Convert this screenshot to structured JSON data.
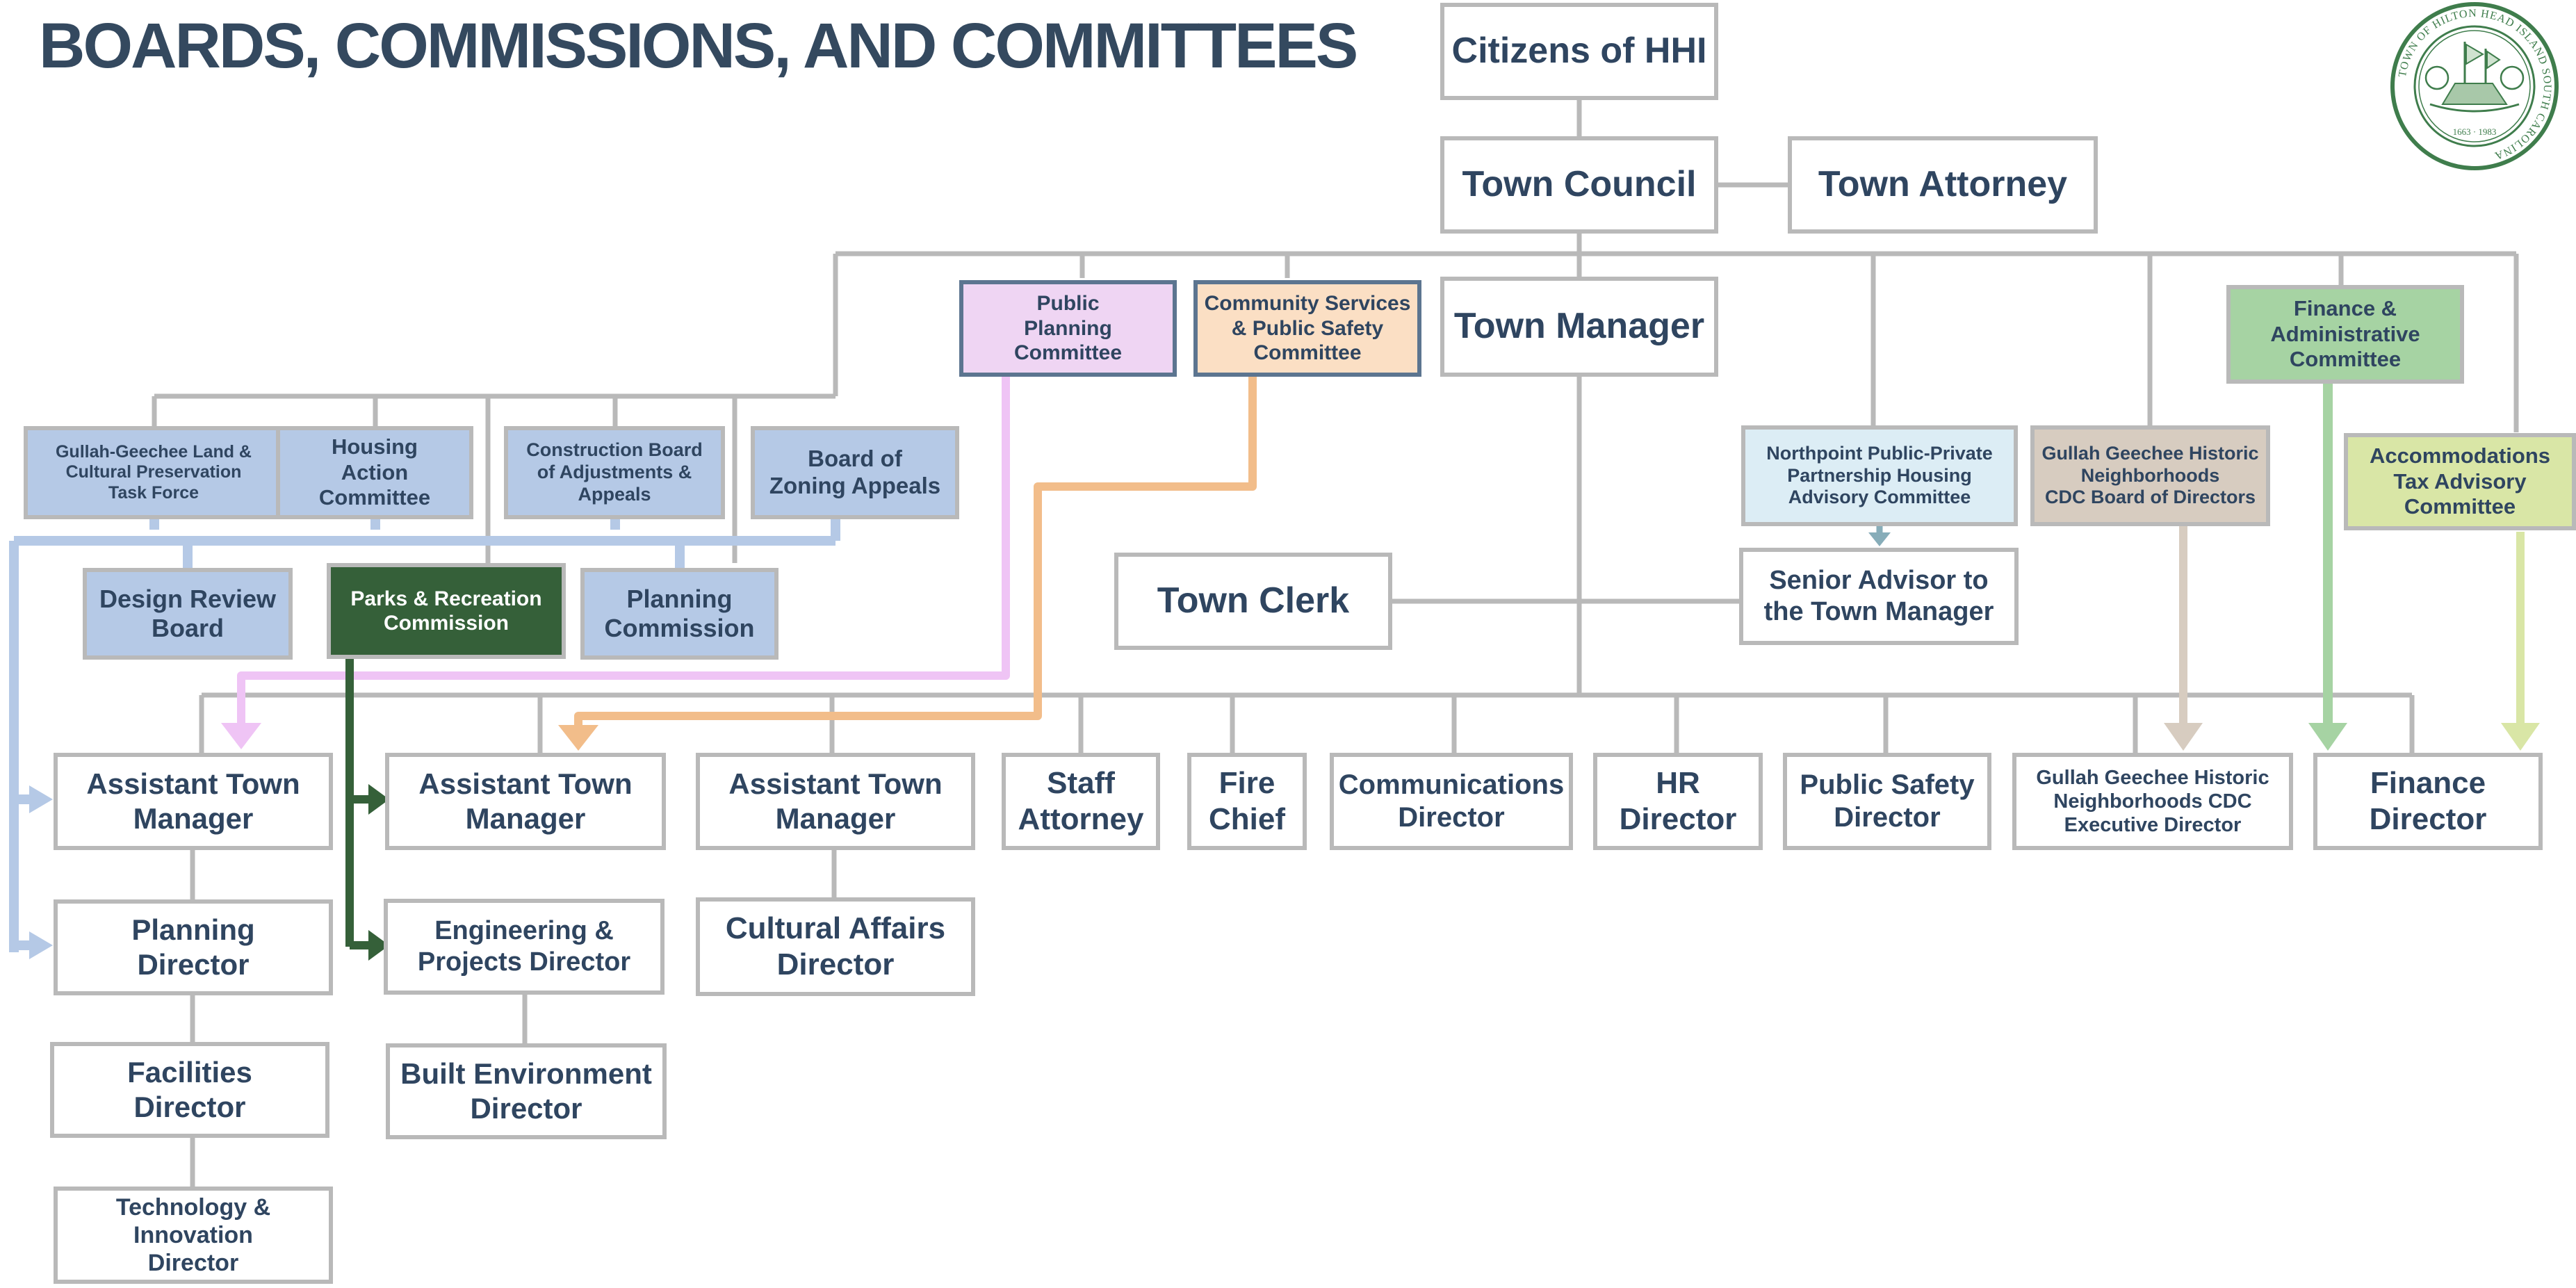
{
  "title": "BOARDS, COMMISSIONS, AND COMMITTEES",
  "colors": {
    "text": "#2f4560",
    "title": "#34495f",
    "line_gray": "#b9b9b9",
    "light_blue": "#b5c9e6",
    "pink": "#efd5f3",
    "peach": "#fbdfc4",
    "dark_green": "#356039",
    "light_green": "#a6d3a3",
    "pale_blue": "#dcedf5",
    "tan": "#d7ccc0",
    "yellow_green": "#d9e6a6"
  },
  "seal": {
    "icon": "town-seal-icon",
    "ring_text": "TOWN OF HILTON HEAD ISLAND SOUTH CAROLINA",
    "years": "1663 · 1983"
  },
  "nodes": {
    "citizens": "Citizens of HHI",
    "town_council": "Town Council",
    "town_attorney": "Town Attorney",
    "town_manager": "Town Manager",
    "public_planning_committee": "Public\nPlanning\nCommittee",
    "community_services_committee": "Community Services\n& Public Safety\nCommittee",
    "finance_admin_committee": "Finance &\nAdministrative\nCommittee",
    "accommodations_tax_committee": "Accommodations\nTax Advisory\nCommittee",
    "northpoint_committee": "Northpoint Public-Private\nPartnership Housing\nAdvisory Committee",
    "gullah_cdc_board": "Gullah Geechee Historic\nNeighborhoods\nCDC Board of Directors",
    "gullah_land_task_force": "Gullah-Geechee Land &\nCultural Preservation\nTask Force",
    "housing_action_committee": "Housing\nAction\nCommittee",
    "construction_board": "Construction Board\nof Adjustments &\nAppeals",
    "board_of_zoning_appeals": "Board of\nZoning Appeals",
    "design_review_board": "Design Review\nBoard",
    "parks_recreation_commission": "Parks & Recreation\nCommission",
    "planning_commission": "Planning\nCommission",
    "town_clerk": "Town Clerk",
    "senior_advisor": "Senior Advisor to\nthe Town Manager",
    "atm_1": "Assistant Town\nManager",
    "atm_2": "Assistant Town\nManager",
    "atm_3": "Assistant Town\nManager",
    "staff_attorney": "Staff\nAttorney",
    "fire_chief": "Fire\nChief",
    "communications_director": "Communications\nDirector",
    "hr_director": "HR\nDirector",
    "public_safety_director": "Public Safety\nDirector",
    "gullah_cdc_executive_director": "Gullah Geechee Historic\nNeighborhoods CDC\nExecutive Director",
    "finance_director": "Finance\nDirector",
    "planning_director": "Planning\nDirector",
    "facilities_director": "Facilities\nDirector",
    "technology_director": "Technology &\nInnovation\nDirector",
    "engineering_director": "Engineering &\nProjects Director",
    "built_environment_director": "Built Environment\nDirector",
    "cultural_affairs_director": "Cultural Affairs\nDirector"
  }
}
